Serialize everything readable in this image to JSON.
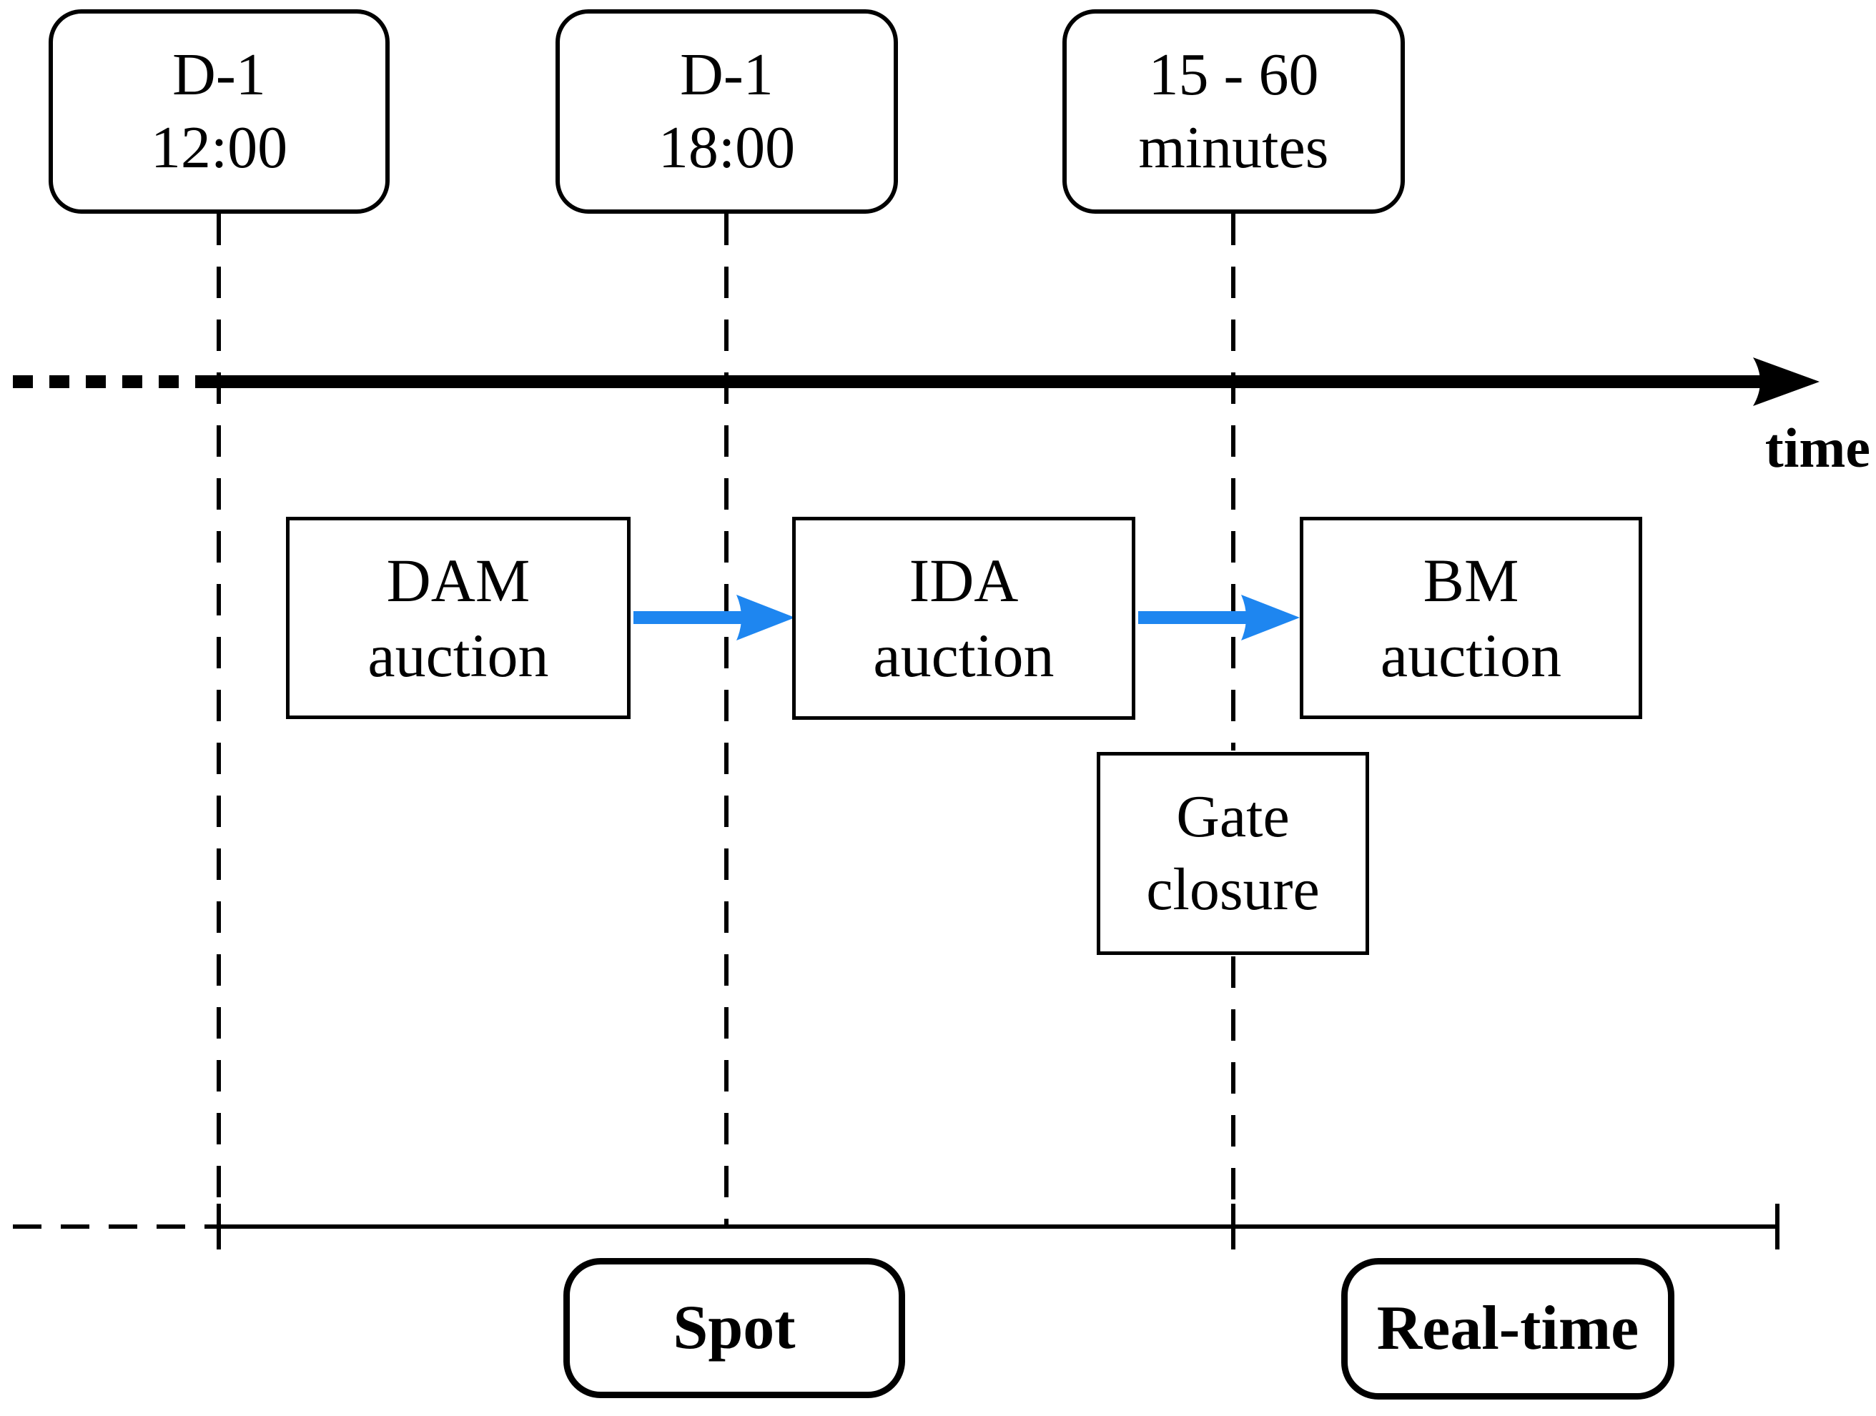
{
  "diagram": {
    "axis": {
      "label": "time"
    },
    "milestones": [
      {
        "line1": "D-1",
        "line2": "12:00"
      },
      {
        "line1": "D-1",
        "line2": "18:00"
      },
      {
        "line1": "15 - 60",
        "line2": "minutes"
      }
    ],
    "stages": [
      {
        "line1": "DAM",
        "line2": "auction"
      },
      {
        "line1": "IDA",
        "line2": "auction"
      },
      {
        "line1": "BM",
        "line2": "auction"
      }
    ],
    "gate_closure": {
      "line1": "Gate",
      "line2": "closure"
    },
    "market_phases": [
      {
        "label": "Spot"
      },
      {
        "label": "Real-time"
      }
    ],
    "colors": {
      "flow_arrow_blue": "#1e86f0",
      "line_black": "#000000"
    }
  }
}
